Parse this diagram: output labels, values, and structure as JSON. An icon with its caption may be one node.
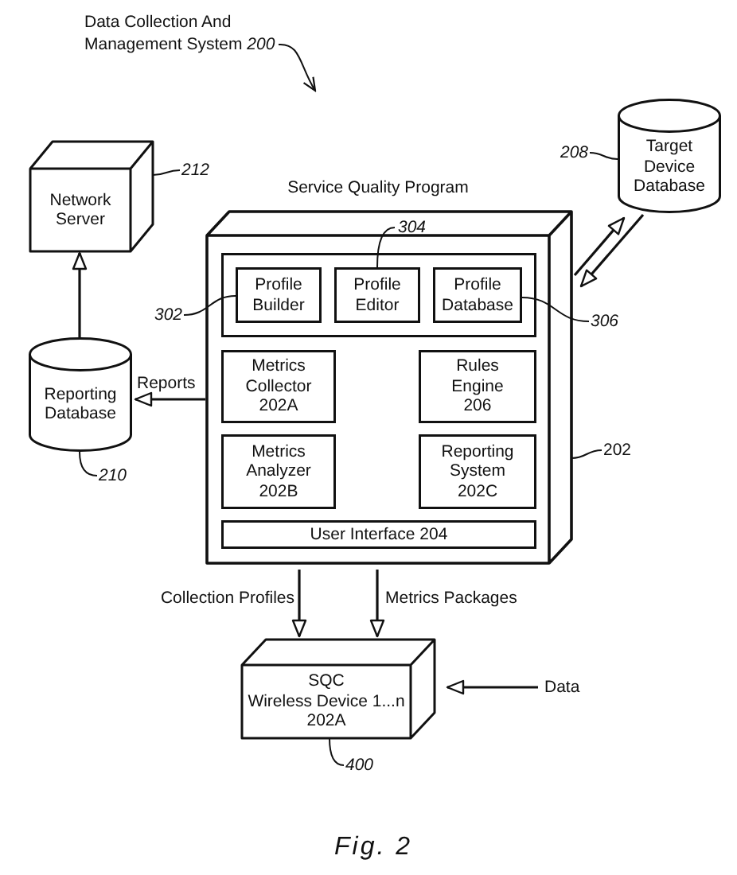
{
  "diagram": {
    "caption": "Fig. 2",
    "nodes": [
      {
        "text": [
          "Data Collection And Management System *200*"
        ]
      },
      {
        "text": [
          "Network Server"
        ]
      },
      {
        "text": [
          "212"
        ]
      },
      {
        "text": [
          "Target Device Database"
        ]
      },
      {
        "text": [
          "208"
        ]
      },
      {
        "text": [
          "Service Quality Program"
        ]
      },
      {
        "text": [],
        "shape": "box",
        "in": 5
      },
      {
        "text": [
          "Profile Builder"
        ],
        "in": 6
      },
      {
        "text": [
          "Profile Editor"
        ],
        "in": 6
      },
      {
        "text": [
          "Profile Database"
        ],
        "in": 6
      },
      {
        "text": [
          "Metrics Collector 202A"
        ],
        "in": 5
      },
      {
        "text": [
          "Rules Engine 206"
        ],
        "in": 5
      },
      {
        "text": [
          "Metrics Analyzer 202B"
        ],
        "in": 5
      },
      {
        "text": [
          "Reporting System 202C"
        ],
        "in": 5
      },
      {
        "text": [
          "User Interface 204"
        ],
        "in": 5
      },
      {
        "text": [
          "304"
        ],
        "in": 5
      },
      {
        "text": [
          "302"
        ]
      },
      {
        "text": [
          "306"
        ]
      },
      {
        "text": [
          "Reporting Database"
        ]
      },
      {
        "text": [
          "210"
        ]
      },
      {
        "text": [
          "202"
        ]
      },
      {
        "text": [
          "SQC Wireless Device 1...n 202A"
        ]
      },
      {
        "text": [
          "Data"
        ]
      },
      {
        "text": [
          "400"
        ]
      }
    ],
    "edges": [
      {
        "from": 0,
        "to": null,
        "arrow": "to"
      },
      {
        "from": 2,
        "to": 1,
        "arrow": "none"
      },
      {
        "from": 4,
        "to": 3,
        "arrow": "none"
      },
      {
        "from": 15,
        "to": 8,
        "arrow": "none"
      },
      {
        "from": 16,
        "to": 7,
        "arrow": "none"
      },
      {
        "from": 17,
        "to": 9,
        "arrow": "none"
      },
      {
        "from": 18,
        "to": 1,
        "arrow": "to"
      },
      {
        "from": 5,
        "to": 18,
        "arrow": "to",
        "label": "Reports"
      },
      {
        "from": 5,
        "to": 3,
        "arrow": "to"
      },
      {
        "from": 3,
        "to": 5,
        "arrow": "to"
      },
      {
        "from": 19,
        "to": 18,
        "arrow": "none"
      },
      {
        "from": 20,
        "to": 5,
        "arrow": "none"
      },
      {
        "from": 5,
        "to": 21,
        "arrow": "to",
        "label": "Collection Profiles"
      },
      {
        "from": 5,
        "to": 21,
        "arrow": "to",
        "label": "Metrics Packages"
      },
      {
        "from": 22,
        "to": 21,
        "arrow": "to"
      },
      {
        "from": 23,
        "to": 21,
        "arrow": "none"
      }
    ]
  }
}
